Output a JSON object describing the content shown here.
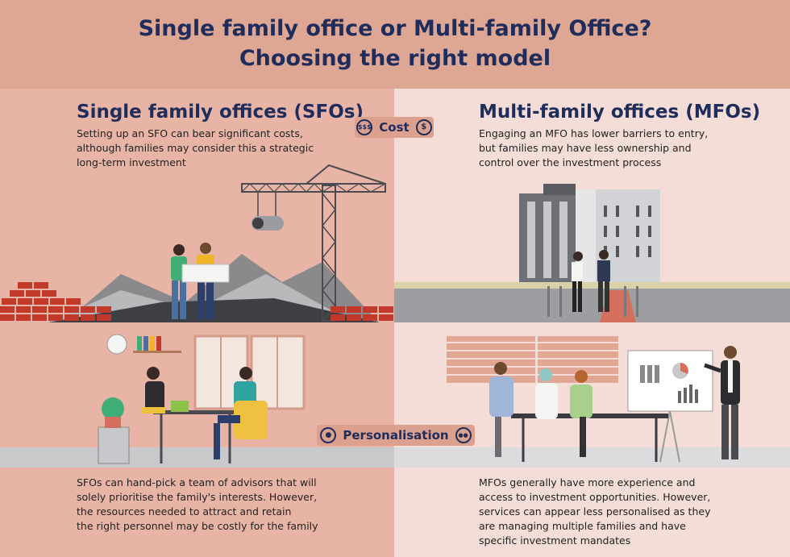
{
  "header": {
    "title_line1": "Single family office or Multi-family Office?",
    "title_line2": "Choosing the right model"
  },
  "sfo": {
    "heading": "Single family offices (SFOs)",
    "cost_text": "Setting up an SFO can bear significant costs,\nalthough families may consider this a strategic\nlong-term investment",
    "personalisation_text": "SFOs can hand-pick a team of advisors that will\nsolely prioritise the family's interests. However,\nthe resources needed to attract and retain\nthe right personnel may be costly for the family"
  },
  "mfo": {
    "heading": "Multi-family offices (MFOs)",
    "cost_text": "Engaging an MFO has lower barriers to entry,\nbut families may have less ownership and\ncontrol over the investment process",
    "personalisation_text": "MFOs generally have more experience and\naccess to investment opportunities. However,\nservices can appear less personalised as they\nare managing multiple families and have\nspecific investment mandates"
  },
  "labels": {
    "cost": "Cost",
    "cost_left_icon": "$$$",
    "cost_right_icon": "$",
    "personalisation": "Personalisation"
  },
  "colors": {
    "navy": "#1f2d5c",
    "header_bg": "#dea794",
    "left_bg": "#e8b4a5",
    "right_bg": "#f4ddd6",
    "pill_bg": "#dca08f"
  },
  "icons": [
    "money-bag-icon",
    "dollar-icon",
    "person-icon",
    "group-icon"
  ]
}
